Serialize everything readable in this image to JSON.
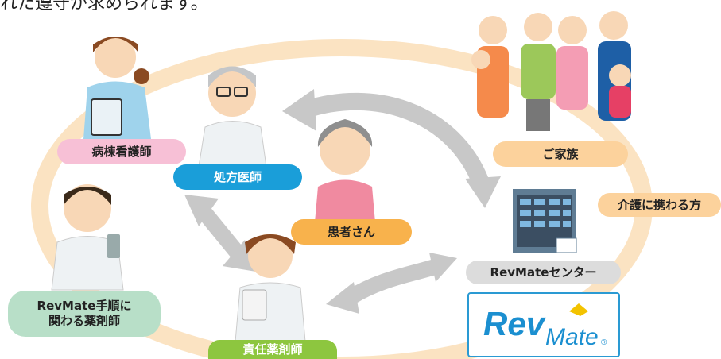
{
  "header": {
    "intro_text": "れた遵守が求められます。"
  },
  "roles": {
    "ward_nurse": "病棟看護師",
    "prescriber": "処方医師",
    "family": "ご家族",
    "caregiver": "介護に携わる方",
    "patient": "患者さん",
    "center": "RevMateセンター",
    "procedure_pharmacist_line1": "RevMate手順に",
    "procedure_pharmacist_line2": "関わる薬剤師",
    "responsible_pharmacist": "責任薬剤師"
  },
  "logo": {
    "brand_main": "Rev",
    "brand_sub": "Mate",
    "brand_mark": "®",
    "brand_color": "#1b8fd0",
    "accent_color": "#f3c300"
  },
  "colors": {
    "ring": "#fbe3c2",
    "arrow": "#c8c8c8"
  }
}
